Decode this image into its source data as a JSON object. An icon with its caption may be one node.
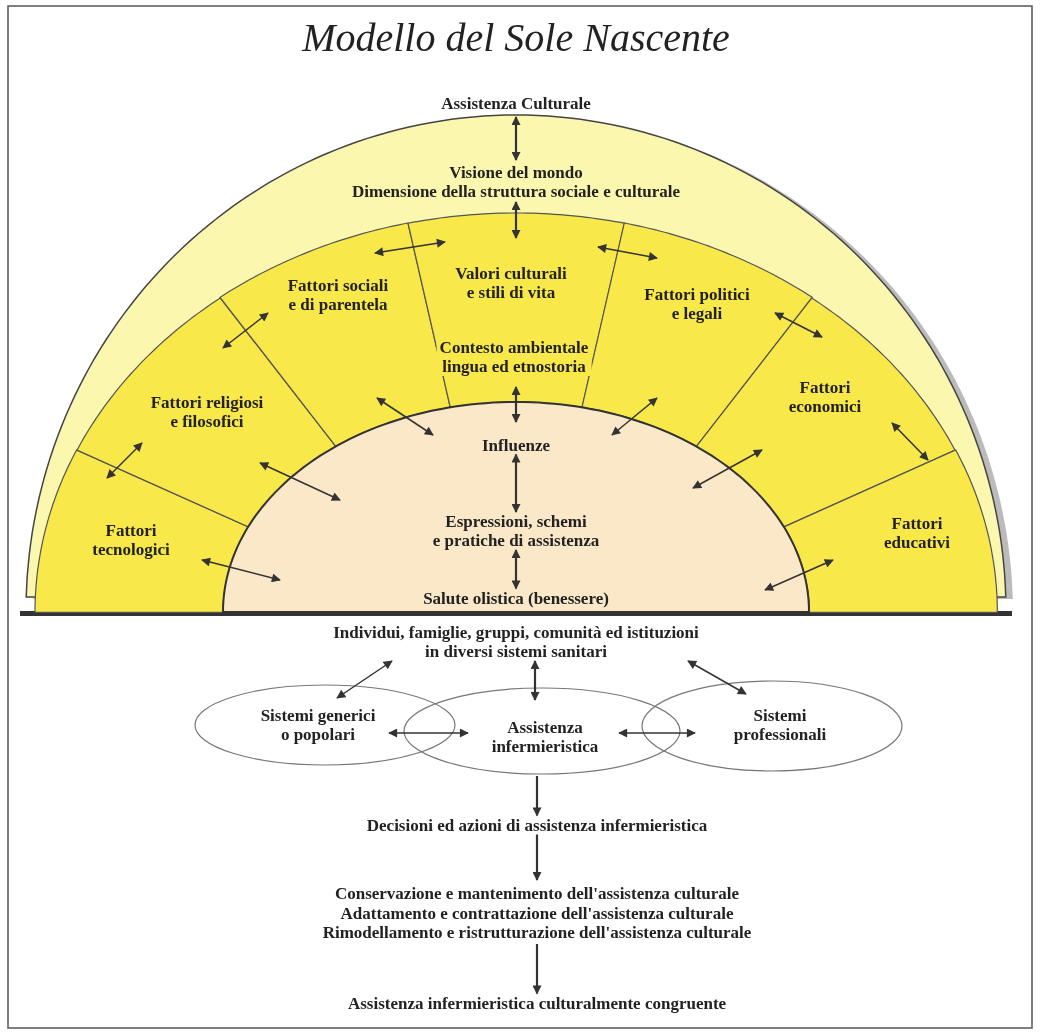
{
  "diagram": {
    "title": "Modello del Sole Nascente",
    "nodes": [
      {
        "text": [
          "Assistenza Culturale"
        ]
      },
      {
        "text": [
          "Visione del mondo",
          "Dimensione della struttura sociale e culturale"
        ],
        "in": 0
      },
      {
        "text": [
          "Fattori tecnologici"
        ],
        "in": 0
      },
      {
        "text": [
          "Fattori religiosi e filosofici"
        ],
        "in": 0
      },
      {
        "text": [
          "Fattori sociali e di parentela"
        ],
        "in": 0
      },
      {
        "text": [
          "Valori culturali e stili di vita",
          "Contesto ambientale lingua ed etnostoria"
        ],
        "in": 0
      },
      {
        "text": [
          "Fattori politici e legali"
        ],
        "in": 0
      },
      {
        "text": [
          "Fattori economici"
        ],
        "in": 0
      },
      {
        "text": [
          "Fattori educativi"
        ],
        "in": 0
      },
      {
        "text": [],
        "shape": "semicircle",
        "in": 0
      },
      {
        "text": [
          "Influenze"
        ],
        "in": 9
      },
      {
        "text": [
          "Espressioni, schemi e pratiche di assistenza"
        ],
        "in": 9
      },
      {
        "text": [
          "Salute olistica (benessere)"
        ],
        "in": 9
      },
      {
        "text": [
          "Individui, famiglie, gruppi, comunità ed istituzioni in diversi sistemi sanitari"
        ]
      },
      {
        "text": [
          "Sistemi generici o popolari"
        ]
      },
      {
        "text": [
          "Assistenza infermieristica"
        ]
      },
      {
        "text": [
          "Sistemi professionali"
        ]
      },
      {
        "text": [
          "Decisioni ed azioni di assistenza infermieristica"
        ]
      },
      {
        "text": [
          "Conservazione e mantenimento dell'assistenza culturale",
          "Adattamento e contrattazione dell'assistenza culturale",
          "Rimodellamento e ristrutturazione dell'assistenza culturale"
        ]
      },
      {
        "text": [
          "Assistenza infermieristica culturalmente congruente"
        ]
      }
    ],
    "edges": [
      {
        "from": 0,
        "to": 1,
        "arrow": "both"
      },
      {
        "from": 1,
        "to": 5,
        "arrow": "both"
      },
      {
        "from": 2,
        "to": 3,
        "arrow": "both"
      },
      {
        "from": 3,
        "to": 4,
        "arrow": "both"
      },
      {
        "from": 4,
        "to": 5,
        "arrow": "both"
      },
      {
        "from": 5,
        "to": 6,
        "arrow": "both"
      },
      {
        "from": 6,
        "to": 7,
        "arrow": "both"
      },
      {
        "from": 7,
        "to": 8,
        "arrow": "both"
      },
      {
        "from": 2,
        "to": 9,
        "arrow": "both"
      },
      {
        "from": 3,
        "to": 9,
        "arrow": "both"
      },
      {
        "from": 4,
        "to": 9,
        "arrow": "both"
      },
      {
        "from": 5,
        "to": 9,
        "arrow": "both"
      },
      {
        "from": 6,
        "to": 9,
        "arrow": "both"
      },
      {
        "from": 7,
        "to": 9,
        "arrow": "both"
      },
      {
        "from": 8,
        "to": 9,
        "arrow": "both"
      },
      {
        "from": 10,
        "to": 11,
        "arrow": "both"
      },
      {
        "from": 11,
        "to": 12,
        "arrow": "both"
      },
      {
        "from": 13,
        "to": 14,
        "arrow": "both"
      },
      {
        "from": 13,
        "to": 15,
        "arrow": "both"
      },
      {
        "from": 13,
        "to": 16,
        "arrow": "both"
      },
      {
        "from": 14,
        "to": 15,
        "arrow": "both"
      },
      {
        "from": 15,
        "to": 16,
        "arrow": "both"
      },
      {
        "from": 15,
        "to": 17,
        "arrow": "to"
      },
      {
        "from": 17,
        "to": 18,
        "arrow": "to"
      },
      {
        "from": 18,
        "to": 19,
        "arrow": "to"
      }
    ]
  }
}
